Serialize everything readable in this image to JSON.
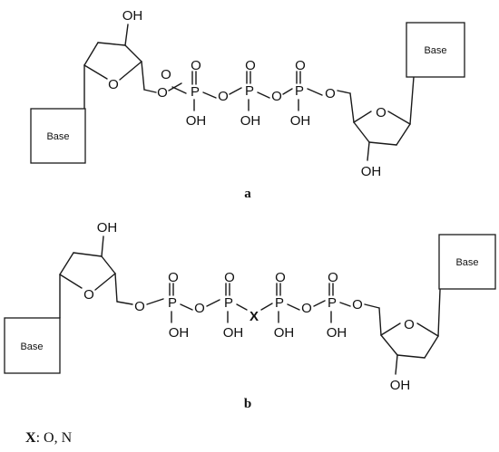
{
  "labels": {
    "panel_a": "a",
    "panel_b": "b",
    "base": "Base",
    "hydroxyl": "OH",
    "oxygen": "O",
    "phosphorus": "P",
    "bridge_atom": "X",
    "legend_symbol": "X",
    "legend_text": ": O, N"
  }
}
